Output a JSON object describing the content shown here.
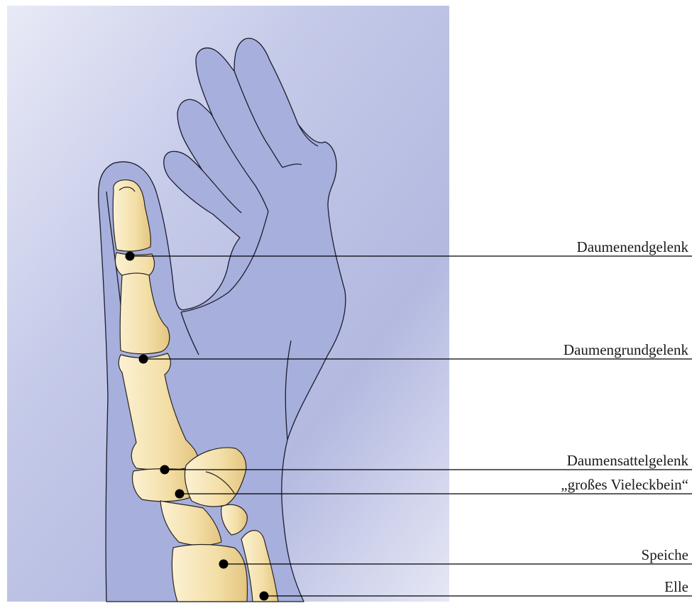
{
  "diagram": {
    "labels": [
      {
        "id": "daumenendgelenk",
        "text": "Daumenendgelenk"
      },
      {
        "id": "daumengrundgelenk",
        "text": "Daumengrundgelenk"
      },
      {
        "id": "daumensattelgelenk",
        "text": "Daumensattelgelenk"
      },
      {
        "id": "vieleckbein",
        "text": "„großes Vieleckbein“"
      },
      {
        "id": "speiche",
        "text": "Speiche"
      },
      {
        "id": "elle",
        "text": "Elle"
      }
    ],
    "colors": {
      "background_panel": "#b7bde2",
      "hand_fill": "#a6afdc",
      "bone_fill": "#f4e2b0",
      "bone_shadow": "#e0c27d",
      "marker": "#000000",
      "leader_line": "#000000"
    }
  }
}
